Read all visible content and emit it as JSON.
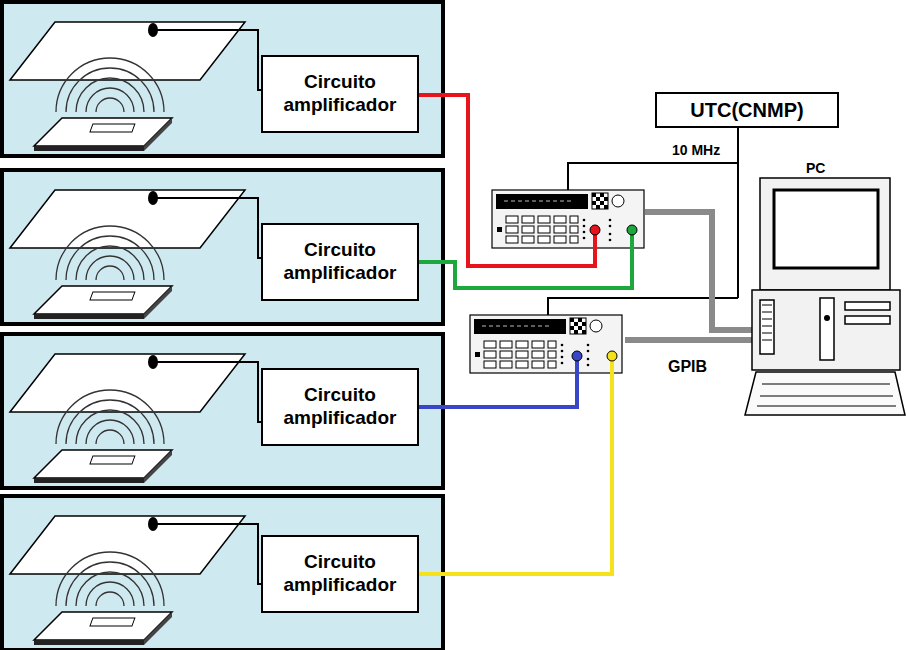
{
  "diagram": {
    "nodes": [
      {
        "text": [
          "Circuito amplificador"
        ]
      },
      {
        "text": [
          "Circuito amplificador"
        ]
      },
      {
        "text": [
          "Circuito amplificador"
        ]
      },
      {
        "text": [
          "Circuito amplificador"
        ]
      },
      {
        "text": [
          "UTC(CNMP)"
        ]
      }
    ],
    "labels": [
      "10 MHz",
      "PC",
      "GPIB"
    ]
  }
}
